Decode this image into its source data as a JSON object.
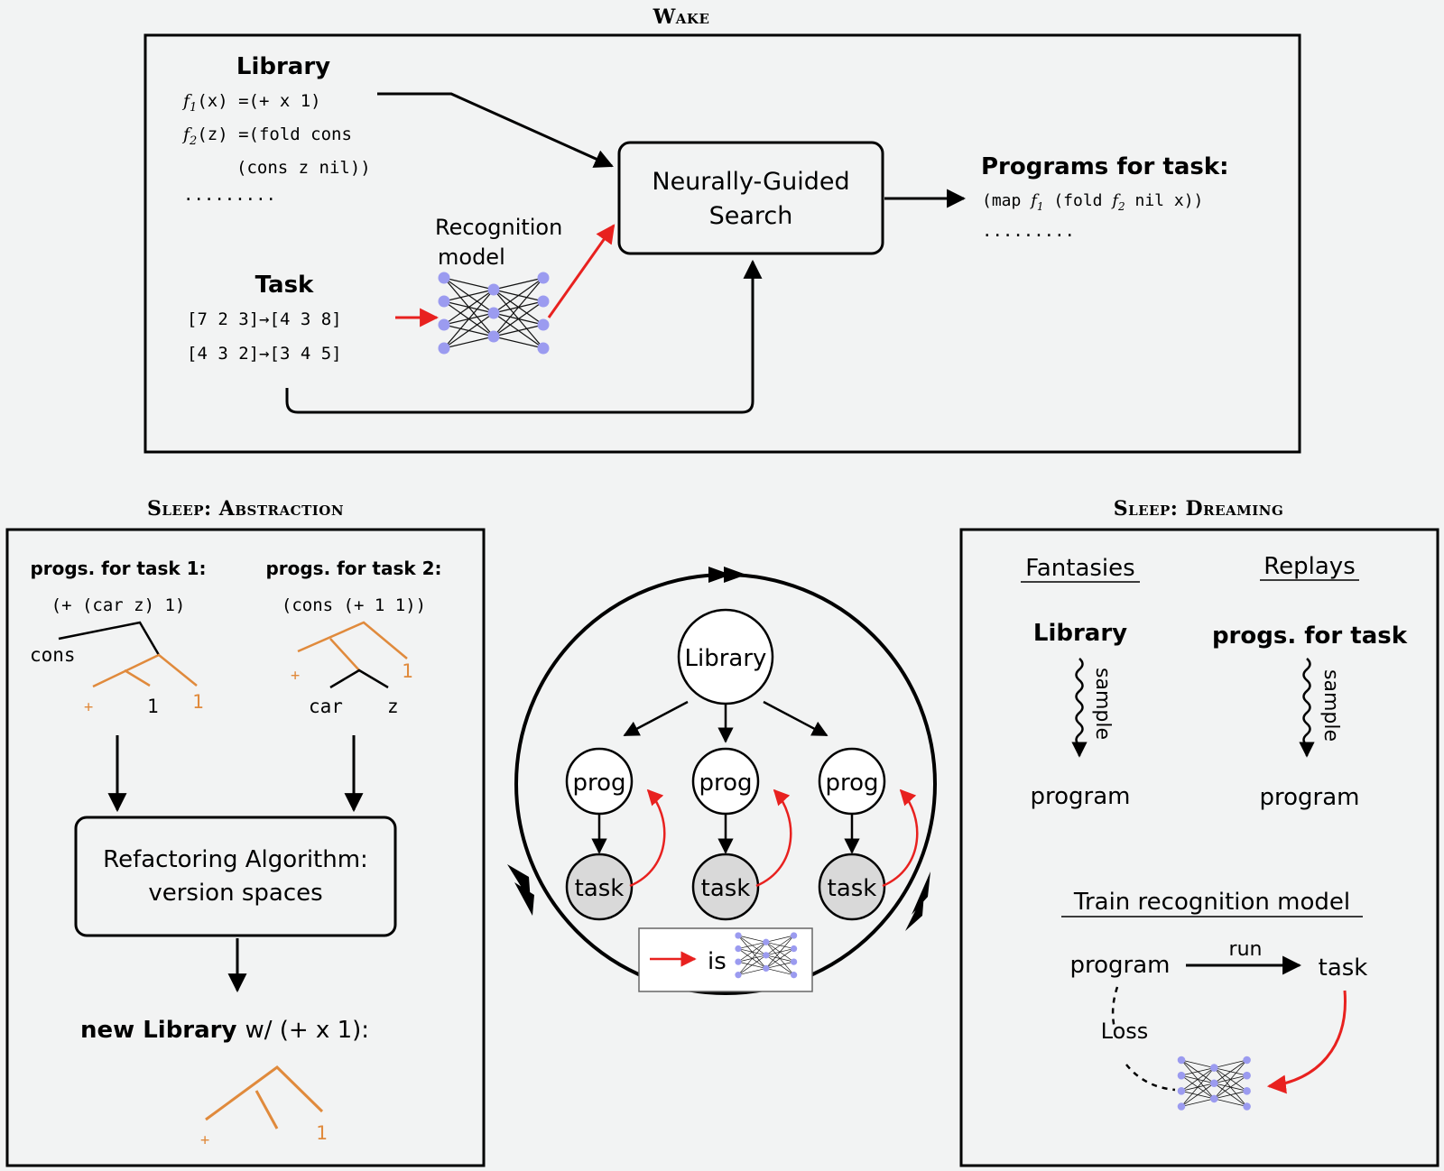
{
  "wake": {
    "title": "Wake",
    "library_heading": "Library",
    "lib_line1_fn": "f",
    "lib_line1_sub": "1",
    "lib_line1_code": "(x) =(+ x 1)",
    "lib_line2_fn": "f",
    "lib_line2_sub": "2",
    "lib_line2_code": "(z) =(fold cons",
    "lib_line3_code": "(cons z nil))",
    "lib_dots": ".........",
    "task_heading": "Task",
    "task_line1": "[7 2 3]→[4 3 8]",
    "task_line2": "[4 3 2]→[3 4 5]",
    "recognition_line1": "Recognition",
    "recognition_line2": "model",
    "search_line1": "Neurally-Guided",
    "search_line2": "Search",
    "programs_heading": "Programs for task:",
    "program_pre": "(map ",
    "program_f1": "f",
    "program_sub1": "1",
    "program_mid": " (fold ",
    "program_f2": "f",
    "program_sub2": "2",
    "program_post": " nil x))",
    "programs_dots": "........."
  },
  "abstraction": {
    "title": "Sleep: Abstraction",
    "task1_heading": "progs. for task 1:",
    "task1_prog": "(+ (car z) 1)",
    "task2_heading": "progs. for task 2:",
    "task2_prog": "(cons (+ 1 1))",
    "tree1_cons": "cons",
    "tree1_plus": "+",
    "tree1_one_a": "1",
    "tree1_one_b": "1",
    "tree2_plus": "+",
    "tree2_one": "1",
    "tree2_car": "car",
    "tree2_z": "z",
    "refactor_line1": "Refactoring Algorithm:",
    "refactor_line2": "version spaces",
    "new_library_bold": "new Library",
    "new_library_rest": "w/ (+ x 1):",
    "tree3_plus": "+",
    "tree3_one": "1"
  },
  "cycle": {
    "library": "Library",
    "prog": "prog",
    "task": "task",
    "legend_is": "is"
  },
  "dreaming": {
    "title": "Sleep: Dreaming",
    "fantasies": "Fantasies",
    "replays": "Replays",
    "fantasy_source": "Library",
    "replay_source": "progs. for task",
    "sample": "sample",
    "program": "program",
    "train_heading": "Train recognition model",
    "train_program": "program",
    "train_run": "run",
    "train_task": "task",
    "train_loss": "Loss"
  },
  "colors": {
    "orange": "#e08a3c",
    "red": "#e8211f",
    "node_purple": "#9b9bf0",
    "task_fill": "#d9d9d9"
  }
}
